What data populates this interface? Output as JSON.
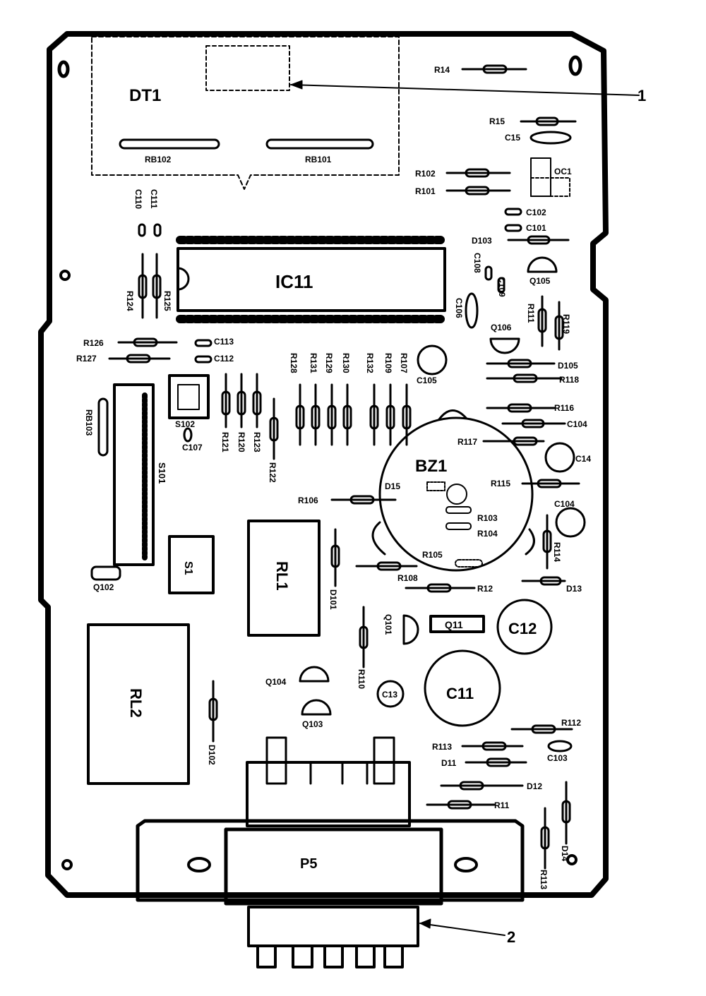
{
  "components": {
    "dt1": "DT1",
    "rb102": "RB102",
    "rb101": "RB101",
    "ic11": "IC11",
    "bz1": "BZ1",
    "rl1": "RL1",
    "rl2": "RL2",
    "p5": "P5",
    "q11": "Q11",
    "c11": "C11",
    "c12": "C12",
    "c13": "C13",
    "s1": "S1",
    "s101": "S101",
    "s102": "S102",
    "rb103": "RB103",
    "oc1": "OC1"
  },
  "labels": {
    "r14": "R14",
    "r15": "R15",
    "c15": "C15",
    "r102": "R102",
    "r101": "R101",
    "c102": "C102",
    "c101": "C101",
    "d103": "D103",
    "q105": "Q105",
    "c108": "C108",
    "c109": "C109",
    "c106": "C106",
    "r111": "R111",
    "r119": "R119",
    "q106": "Q106",
    "d105": "D105",
    "r118": "R118",
    "r116": "R116",
    "c104a": "C104",
    "r117": "R117",
    "c14": "C14",
    "r115": "R115",
    "c104b": "C104",
    "d15": "D15",
    "r103": "R103",
    "r104": "R104",
    "r105": "R105",
    "r114": "R114",
    "r106": "R106",
    "r108": "R108",
    "r12": "R12",
    "d13": "D13",
    "c110": "C110",
    "c111": "C111",
    "r124": "R124",
    "r125": "R125",
    "r126": "R126",
    "r127": "R127",
    "c113": "C113",
    "c112": "C112",
    "c105": "C105",
    "r128": "R128",
    "r131": "R131",
    "r129": "R129",
    "r130": "R130",
    "r132": "R132",
    "r109": "R109",
    "r107": "R107",
    "c107": "C107",
    "r121": "R121",
    "r120": "R120",
    "r123": "R123",
    "r122": "R122",
    "q102": "Q102",
    "d101": "D101",
    "q101": "Q101",
    "q104": "Q104",
    "q103": "Q103",
    "r110": "R110",
    "d102": "D102",
    "r112": "R112",
    "r113a": "R113",
    "c103": "C103",
    "d11": "D11",
    "d12": "D12",
    "r11": "R11",
    "r113b": "R113",
    "d14": "D14"
  },
  "callouts": {
    "callout1": "1",
    "callout2": "2"
  }
}
